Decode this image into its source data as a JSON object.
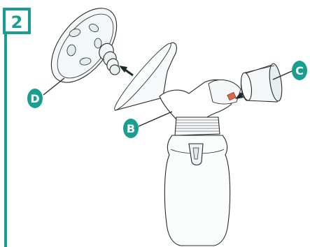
{
  "step": {
    "number": "2"
  },
  "callouts": [
    {
      "id": "D",
      "label": "D"
    },
    {
      "id": "B",
      "label": "B"
    },
    {
      "id": "C",
      "label": "C"
    }
  ],
  "colors": {
    "accent": "#1a9e8f",
    "outline": "#2a2a2a",
    "flange_fill": "#eef3f3",
    "part_fill": "#ffffff",
    "shade": "#dfe8e8"
  }
}
